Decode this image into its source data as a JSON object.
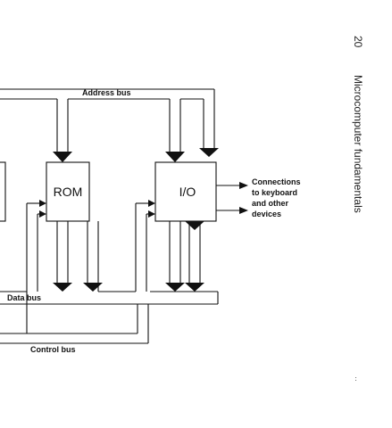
{
  "page": {
    "number": "20",
    "running_head": "Microcomputer fundamentals",
    "margin_mark": "··"
  },
  "diagram": {
    "buses": {
      "address": "Address bus",
      "data": "Data bus",
      "control": "Control bus"
    },
    "blocks": {
      "rom": "ROM",
      "io": "I/O"
    },
    "connections_label": [
      "Connections",
      "to keyboard",
      "and other",
      "devices"
    ]
  }
}
